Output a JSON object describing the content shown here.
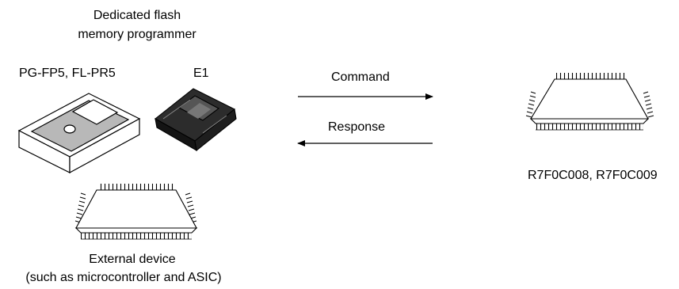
{
  "programmer": {
    "title_line1": "Dedicated flash",
    "title_line2": "memory programmer",
    "model_a": "PG-FP5, FL-PR5",
    "model_b": "E1"
  },
  "arrows": {
    "command": "Command",
    "response": "Response"
  },
  "target_chip": {
    "label": "R7F0C008, R7F0C009"
  },
  "external_device": {
    "line1": "External device",
    "line2": "(such as microcontroller and ASIC)"
  }
}
